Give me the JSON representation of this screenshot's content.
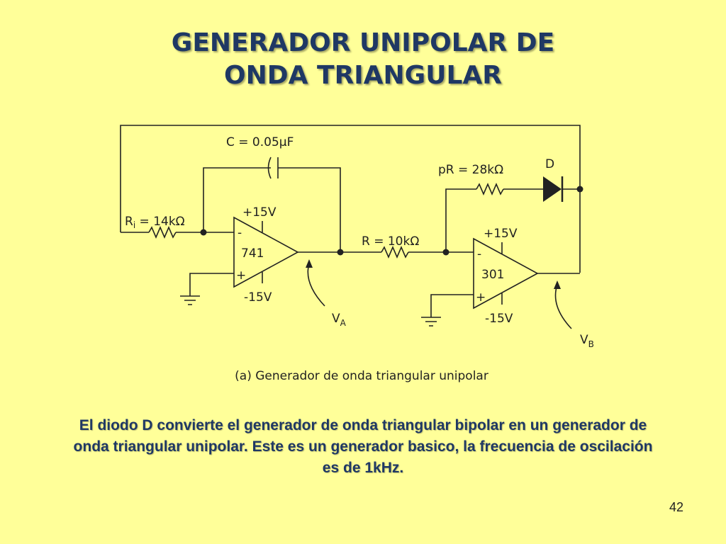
{
  "title": {
    "line1": "GENERADOR UNIPOLAR DE",
    "line2": "ONDA TRIANGULAR"
  },
  "diagram": {
    "capacitor_label": "C = 0.05μF",
    "ri_main": "R",
    "ri_sub": "i",
    "ri_value": " = 14kΩ",
    "opamp1_name": "741",
    "opamp1_vpos": "+15V",
    "opamp1_vneg": "-15V",
    "minus_sign": "-",
    "plus_sign": "+",
    "r_label": "R = 10kΩ",
    "pr_label": "pR = 28kΩ",
    "diode_label": "D",
    "opamp2_name": "301",
    "opamp2_vpos": "+15V",
    "opamp2_vneg": "-15V",
    "va_main": "V",
    "va_sub": "A",
    "vb_main": "V",
    "vb_sub": "B",
    "caption": "(a) Generador de onda triangular unipolar"
  },
  "description": "El diodo D convierte el generador de onda triangular bipolar en un generador de onda triangular unipolar. Este es un generador basico, la frecuencia de oscilación es de 1kHz.",
  "page_number": "42",
  "colors": {
    "background": "#ffff99",
    "title": "#1f3864",
    "text": "#1f3864",
    "lines": "#222222"
  }
}
